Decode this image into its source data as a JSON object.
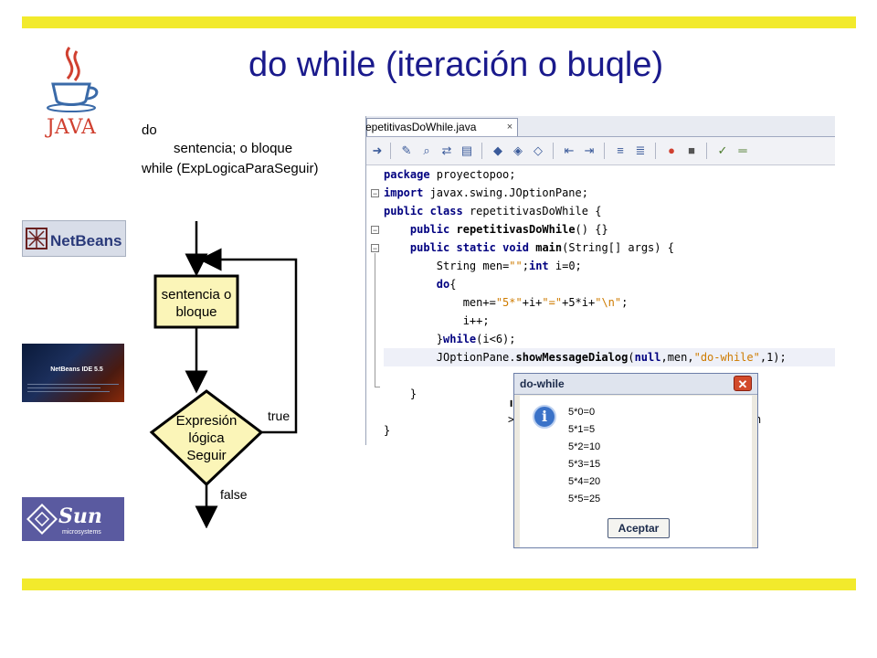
{
  "slide": {
    "title": "do while (iteración o buqle)",
    "syntax": {
      "line1": "do",
      "line2": "sentencia; o bloque",
      "line3": "while (ExpLogicaParaSeguir)"
    },
    "accent_color": "#f2ea2c",
    "title_color": "#1a1a8c"
  },
  "logos": {
    "java": "JAVA",
    "netbeans": "NetBeans",
    "netbeans_ide": "NetBeans IDE 5.5",
    "sun": "Sun",
    "sun_sub": "microsystems"
  },
  "flowchart": {
    "process_line1": "sentencia o",
    "process_line2": "bloque",
    "decision_line1": "Expresión",
    "decision_line2": "lógica",
    "decision_line3": "Seguir",
    "true_label": "true",
    "false_label": "false",
    "box_color": "#fbf5b8"
  },
  "ide": {
    "tab_label": "epetitivasDoWhile.java",
    "close_glyph": "×",
    "toolbar_icons": [
      "forward-icon",
      "find-icon",
      "find-prev-icon",
      "find-next-icon",
      "replace-icon",
      "toggle-bookmark-icon",
      "prev-bookmark-icon",
      "next-bookmark-icon",
      "shift-left-icon",
      "shift-right-icon",
      "comment-icon",
      "uncomment-icon",
      "record-macro-icon",
      "stop-macro-icon",
      "format-icon",
      "diff-icon"
    ],
    "code": [
      {
        "parts": [
          {
            "t": "package",
            "c": "kw"
          },
          {
            "t": " proyectopoo;"
          }
        ]
      },
      {
        "parts": [
          {
            "t": "import",
            "c": "kw"
          },
          {
            "t": " javax.swing.JOptionPane;"
          }
        ]
      },
      {
        "parts": [
          {
            "t": "public",
            "c": "kw"
          },
          {
            "t": " "
          },
          {
            "t": "class",
            "c": "kw"
          },
          {
            "t": " repetitivasDoWhile {"
          }
        ]
      },
      {
        "parts": [
          {
            "t": "    "
          },
          {
            "t": "public",
            "c": "kw"
          },
          {
            "t": " "
          },
          {
            "t": "repetitivasDoWhile",
            "c": "bold"
          },
          {
            "t": "() {}"
          }
        ]
      },
      {
        "parts": [
          {
            "t": "    "
          },
          {
            "t": "public",
            "c": "kw"
          },
          {
            "t": " "
          },
          {
            "t": "static",
            "c": "kw"
          },
          {
            "t": " "
          },
          {
            "t": "void",
            "c": "kw"
          },
          {
            "t": " "
          },
          {
            "t": "main",
            "c": "bold"
          },
          {
            "t": "(String[] args) {"
          }
        ]
      },
      {
        "parts": [
          {
            "t": "        String men="
          },
          {
            "t": "\"\"",
            "c": "str"
          },
          {
            "t": ";"
          },
          {
            "t": "int",
            "c": "kw"
          },
          {
            "t": " i=0;"
          }
        ]
      },
      {
        "parts": [
          {
            "t": "        "
          },
          {
            "t": "do",
            "c": "kw"
          },
          {
            "t": "{"
          }
        ]
      },
      {
        "parts": [
          {
            "t": "            men+="
          },
          {
            "t": "\"5*\"",
            "c": "str"
          },
          {
            "t": "+i+"
          },
          {
            "t": "\"=\"",
            "c": "str"
          },
          {
            "t": "+5*i+"
          },
          {
            "t": "\"\\n\"",
            "c": "str"
          },
          {
            "t": ";"
          }
        ]
      },
      {
        "parts": [
          {
            "t": "            i++;"
          }
        ]
      },
      {
        "parts": [
          {
            "t": "        }"
          },
          {
            "t": "while",
            "c": "kw"
          },
          {
            "t": "(i<6);"
          }
        ]
      },
      {
        "parts": [
          {
            "t": "        JOptionPane."
          },
          {
            "t": "showMessageDialog",
            "c": "bold"
          },
          {
            "t": "("
          },
          {
            "t": "null",
            "c": "kw"
          },
          {
            "t": ",men,"
          },
          {
            "t": "\"do-while\"",
            "c": "str"
          },
          {
            "t": ",1);"
          }
        ]
      },
      {
        "parts": [
          {
            "t": ""
          }
        ]
      },
      {
        "parts": [
          {
            "t": "    }"
          }
        ]
      },
      {
        "parts": [
          {
            "t": ""
          }
        ]
      },
      {
        "parts": [
          {
            "t": "}"
          }
        ]
      }
    ]
  },
  "dialog": {
    "title": "do-while",
    "close_glyph": "✕",
    "info_glyph": "i",
    "lines": [
      "5*0=0",
      "5*1=5",
      "5*2=10",
      "5*3=15",
      "5*4=20",
      "5*5=25"
    ],
    "ok_label": "Aceptar"
  }
}
